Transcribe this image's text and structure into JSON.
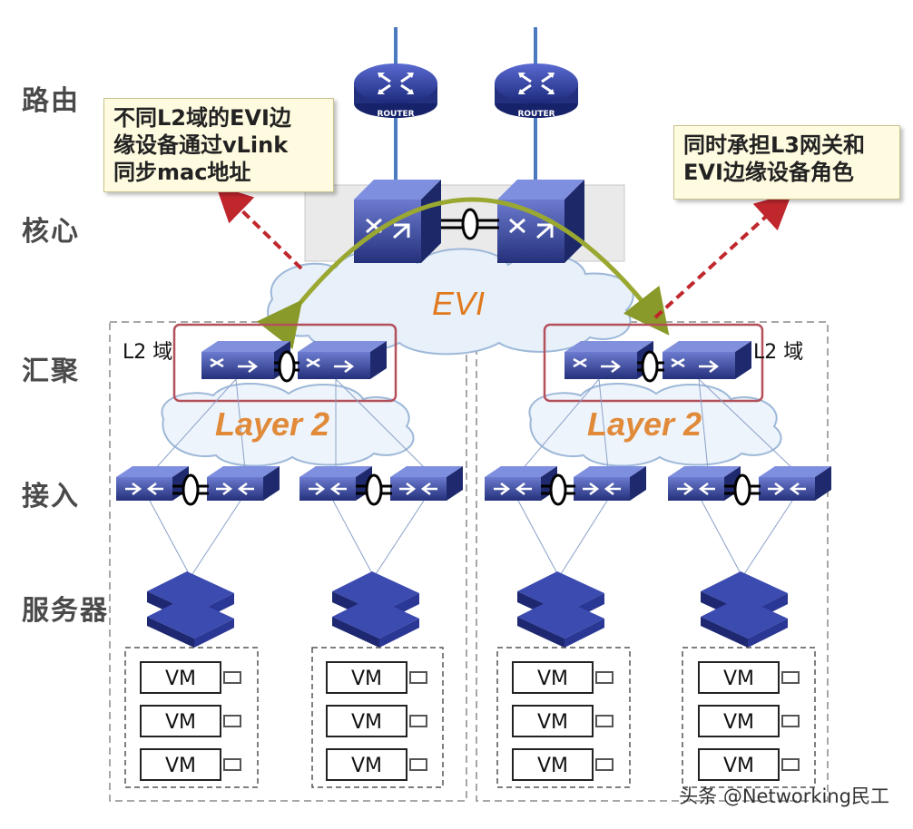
{
  "layers": {
    "routing": "路由",
    "core": "核心",
    "aggregation": "汇聚",
    "access": "接入",
    "server": "服务器"
  },
  "callouts": {
    "left": [
      "不同L2域的EVI边",
      "缘设备通过vLink",
      "同步mac地址"
    ],
    "right": [
      "同时承担L3网关和",
      "EVI边缘设备角色"
    ]
  },
  "clouds": {
    "evi": "EVI",
    "layer2_left": "Layer 2",
    "layer2_right": "Layer 2"
  },
  "domain_labels": {
    "left": "L2 域",
    "right": "L2 域"
  },
  "router_label": "ROUTER",
  "vm_label": "VM",
  "watermark": "头条 @Networking民工",
  "colors": {
    "device_blue": "#2a3a8c",
    "device_light": "#5b6bc4",
    "arrow_red": "#c0272d",
    "arc_green": "#9aa832",
    "highlight_box": "#b4505a",
    "cloud_blue": "#b7cde6",
    "cloud_text": "#e07a1e"
  },
  "icons": [
    "router-icon",
    "core-switch-icon",
    "switch-icon",
    "server-icon",
    "link-aggregation-icon"
  ]
}
